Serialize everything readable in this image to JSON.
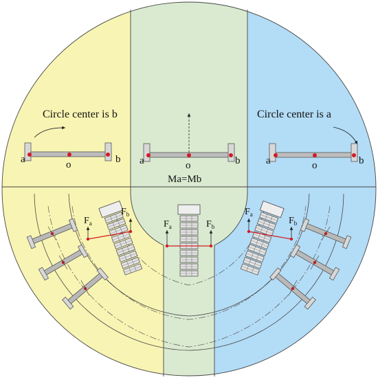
{
  "labels": {
    "left_caption": "Circle center is b",
    "right_caption": "Circle center is a",
    "middle_caption": "Ma=Mb",
    "point_a": "a",
    "point_o": "o",
    "point_b": "b",
    "force_letter": "F",
    "sub_a": "a",
    "sub_b": "b"
  },
  "colors": {
    "left_region": "#f8f4b3",
    "middle_region": "#d9ead0",
    "right_region": "#b3dcf6",
    "red_point": "#d01c24",
    "outline": "#333333"
  }
}
